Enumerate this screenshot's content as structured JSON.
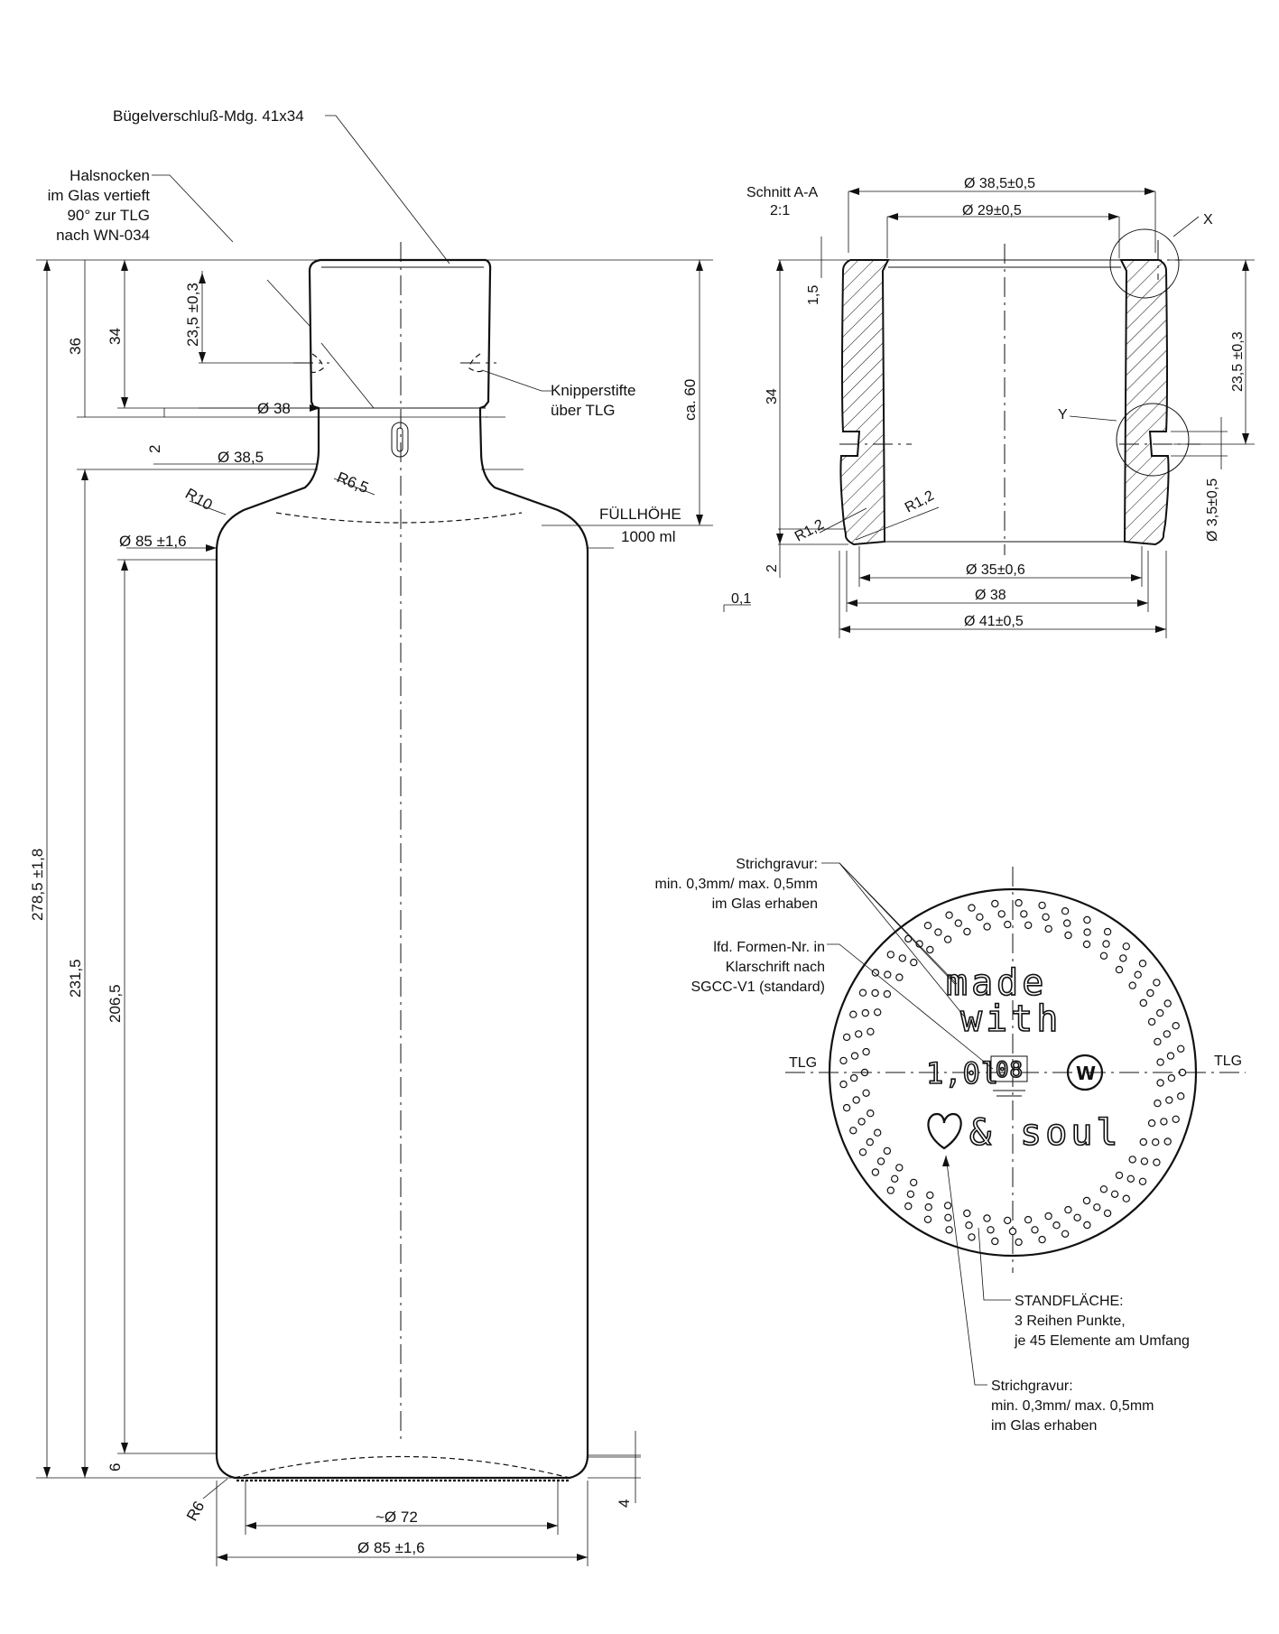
{
  "main_view": {
    "label_closure": "Bügelverschluß-Mdg. 41x34",
    "label_neck_lugs": [
      "Halsnocken",
      "im Glas vertieft",
      "90° zur TLG",
      "nach WN-034"
    ],
    "label_pins": [
      "Knipperstifte",
      "über TLG"
    ],
    "label_fill_height": "FÜLLHÖHE",
    "label_fill_volume": "1000  ml",
    "dim_total_height": "278,5 ±1,8",
    "dim_shoulder_height": "231,5",
    "dim_body_height": "206,5",
    "dim_neck_36": "36",
    "dim_neck_34": "34",
    "dim_23_5": "23,5 ±0,3",
    "dim_2": "2",
    "dim_ca60": "ca. 60",
    "dim_d38": "Ø 38",
    "dim_d38_5": "Ø 38,5",
    "dim_r10": "R10",
    "dim_r6_5": "R6,5",
    "dim_d85_top": "Ø 85 ±1,6",
    "dim_6": "6",
    "dim_4": "4",
    "dim_r6": "R6",
    "dim_d72": "~Ø 72",
    "dim_d85_bottom": "Ø 85 ±1,6"
  },
  "section_view": {
    "title": [
      "Schnitt A-A",
      "2:1"
    ],
    "dim_d38_5": "Ø 38,5±0,5",
    "dim_d29": "Ø 29±0,5",
    "label_x": "X",
    "label_y": "Y",
    "dim_1_5": "1,5",
    "dim_34": "34",
    "dim_23_5": "23,5 ±0,3",
    "dim_3_5": "Ø 3,5±0,5",
    "dim_r1_2_left": "R1,2",
    "dim_r1_2_right": "R1,2",
    "dim_2": "2",
    "dim_d35": "Ø 35±0,6",
    "dim_d38": "Ø 38",
    "dim_d41": "Ø 41±0,5",
    "tolerance_note": "0,1"
  },
  "base_view": {
    "label_engraving_top": [
      "Strichgravur:",
      "min. 0,3mm/ max. 0,5mm",
      "im Glas erhaben"
    ],
    "label_mold_number": [
      "lfd. Formen-Nr. in",
      "Klarschrift nach",
      "SGCC-V1 (standard)"
    ],
    "label_tlg_left": "TLG",
    "label_tlg_right": "TLG",
    "emboss_line1": "made",
    "emboss_line2": "with",
    "emboss_line3": "& soul",
    "emboss_volume": "1,0l",
    "emboss_mold": "08",
    "emboss_logo": "W",
    "label_base": [
      "STANDFLÄCHE:",
      "3 Reihen Punkte,",
      "je 45 Elemente am Umfang"
    ],
    "label_engraving_bottom": [
      "Strichgravur:",
      "min. 0,3mm/ max. 0,5mm",
      "im Glas erhaben"
    ]
  }
}
